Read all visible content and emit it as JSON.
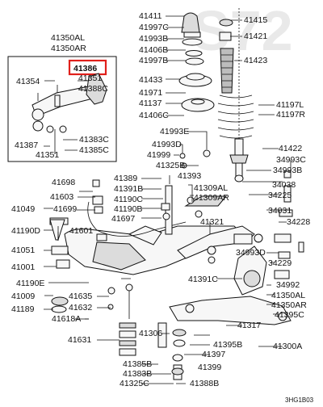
{
  "title": "",
  "highlight_color": "#e0201b",
  "highlighted_label": "41386",
  "diagram_code": "3HG1B03",
  "labels": [
    "41411",
    "41997C",
    "41993B",
    "41406B",
    "41997B",
    "41433",
    "41971",
    "41137",
    "41406C",
    "41415",
    "41421",
    "41423",
    "41197L",
    "41197R",
    "41993E",
    "41993D",
    "41999",
    "41325B",
    "41422",
    "34993B",
    "34993C",
    "41350AL",
    "41350AR",
    "41386",
    "41354",
    "41351",
    "41388C",
    "41387",
    "41351",
    "41383C",
    "41385C",
    "41698",
    "41603",
    "41699",
    "41049",
    "41190D",
    "41601",
    "41051",
    "41001",
    "41190E",
    "41009",
    "41389",
    "41391B",
    "41190C",
    "41190B",
    "41697",
    "41393",
    "41309AL",
    "41309AR",
    "41321",
    "34038",
    "34225",
    "34031",
    "34228",
    "34993D",
    "34229",
    "41391C",
    "34992",
    "41350AL",
    "41350AR",
    "41395C",
    "41635",
    "41632",
    "41618A",
    "41189",
    "41631",
    "41306",
    "41317",
    "41395B",
    "41397",
    "41399",
    "41300A",
    "41385B",
    "41383B",
    "41325C",
    "41388B"
  ]
}
